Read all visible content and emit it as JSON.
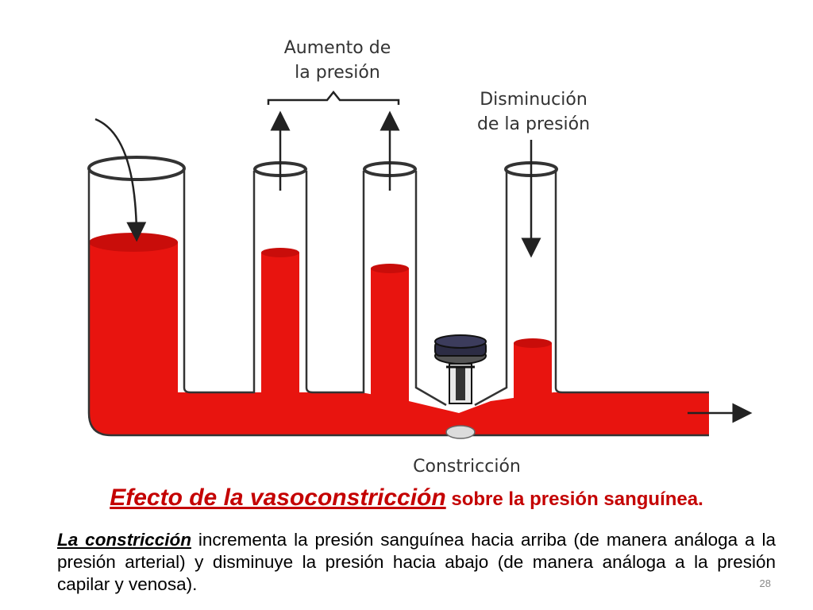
{
  "diagram": {
    "label_increase": [
      "Aumento de",
      "la presión"
    ],
    "label_decrease": [
      "Disminución",
      "de la presión"
    ],
    "label_constriction": "Constricción"
  },
  "caption": {
    "title_part1": "Efecto de la vasoconstricción",
    "title_part2": " sobre la presión sanguínea.",
    "body_emphasis": "La constricción",
    "body_text": " incrementa la presión sanguínea hacia arriba (de manera análoga a la presión arterial) y disminuye la presión hacia abajo (de manera análoga a la presión capilar y venosa)."
  },
  "page_number": "28",
  "colors": {
    "blood": "#e8140f",
    "title": "#c40000"
  }
}
